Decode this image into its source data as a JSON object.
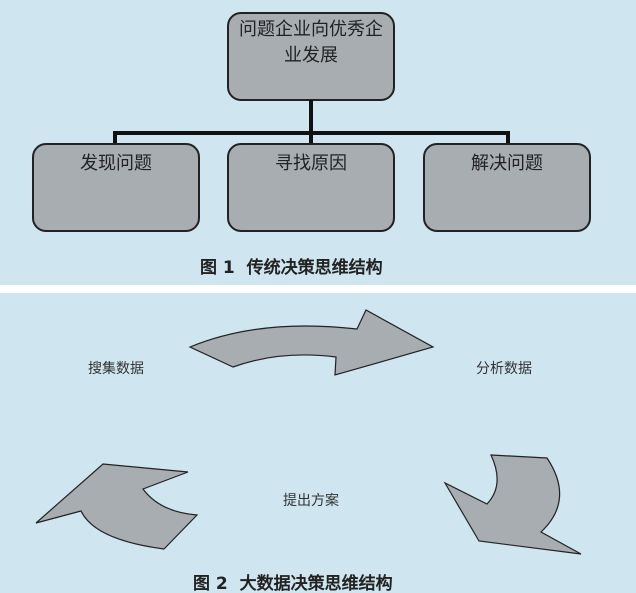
{
  "figure1": {
    "root": "问题企业向优秀企业发展",
    "children": [
      "发现问题",
      "寻找原因",
      "解决问题"
    ],
    "caption": "图 1  传统决策思维结构"
  },
  "figure2": {
    "steps": [
      "搜集数据",
      "分析数据",
      "提出方案"
    ],
    "caption": "图 2  大数据决策思维结构"
  },
  "colors": {
    "background": "#cfe5ef",
    "box": "#a8adb2"
  }
}
